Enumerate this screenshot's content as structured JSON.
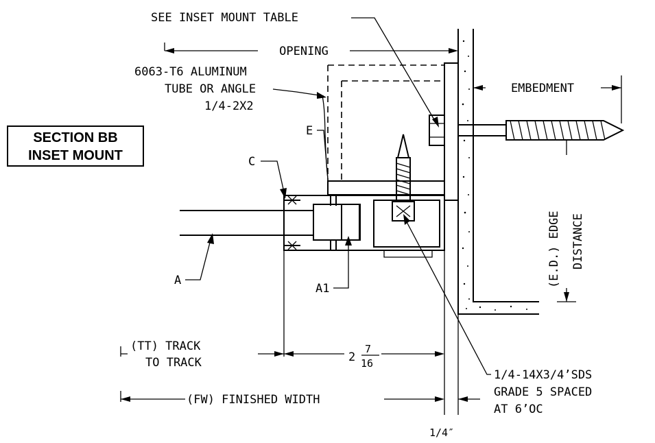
{
  "section_title": {
    "line1": "SECTION BB",
    "line2": "INSET MOUNT"
  },
  "labels": {
    "see_table": "SEE INSET MOUNT TABLE",
    "opening": "OPENING",
    "aluminum_l1": "6063-T6 ALUMINUM",
    "aluminum_l2": "TUBE OR ANGLE",
    "aluminum_l3": "1/4-2X2",
    "embedment": "EMBEDMENT",
    "callout_e": "E",
    "callout_c": "C",
    "callout_a": "A",
    "callout_a1": "A1",
    "edge_distance_l1": "(E.D.) EDGE",
    "edge_distance_l2": "DISTANCE",
    "track_l1": "(TT) TRACK",
    "track_l2": "TO TRACK",
    "dim_whole": "2",
    "dim_num": "7",
    "dim_den": "16",
    "finished_width": "(FW) FINISHED WIDTH",
    "screw_l1": "1/4-14X3/4’SDS",
    "screw_l2": "GRADE 5 SPACED",
    "screw_l3": "AT 6’OC",
    "quarter_inch": "1/4″"
  }
}
